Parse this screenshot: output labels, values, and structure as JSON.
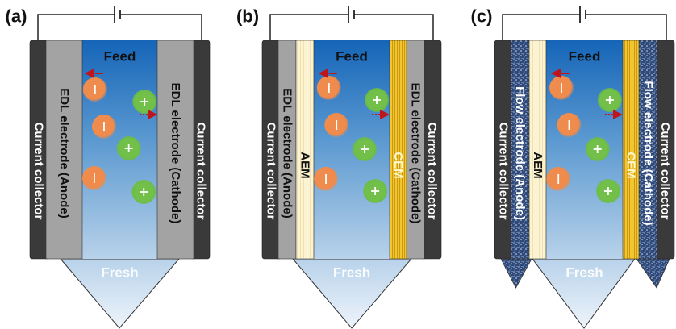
{
  "panels": [
    {
      "id": "a",
      "label": "(a)",
      "feed": "Feed",
      "fresh": "Fresh",
      "left_collector": "Current collector",
      "right_collector": "Current collector",
      "left_electrode": "EDL electrode (Anode)",
      "right_electrode": "EDL electrode (Cathode)",
      "electrode_type": "edl",
      "membranes": false
    },
    {
      "id": "b",
      "label": "(b)",
      "feed": "Feed",
      "fresh": "Fresh",
      "left_collector": "Current collector",
      "right_collector": "Current collector",
      "left_electrode": "EDL electrode (Anode)",
      "right_electrode": "EDL electrode (Cathode)",
      "left_membrane": "AEM",
      "right_membrane": "CEM",
      "electrode_type": "edl",
      "membranes": true
    },
    {
      "id": "c",
      "label": "(c)",
      "feed": "Feed",
      "fresh": "Fresh",
      "left_collector": "Current collector",
      "right_collector": "Current collector",
      "left_electrode": "Flow electrode (Anode)",
      "right_electrode": "Flow electrode (Cathode)",
      "left_membrane": "AEM",
      "right_membrane": "CEM",
      "electrode_type": "flow",
      "membranes": true
    }
  ],
  "ions": {
    "anion_symbol": "−",
    "cation_symbol": "+"
  },
  "colors": {
    "collector": "#3a3a3a",
    "edl_electrode": "#a3a3a3",
    "flow_electrode": "#2f4a7a",
    "aem": "#fbf3d2",
    "cem": "#f2c531",
    "feed_top": "#1565b8",
    "feed_bottom": "#c9ddf0",
    "anion": "#f08a4b",
    "cation": "#72c04a",
    "arrow": "#c0141c"
  }
}
